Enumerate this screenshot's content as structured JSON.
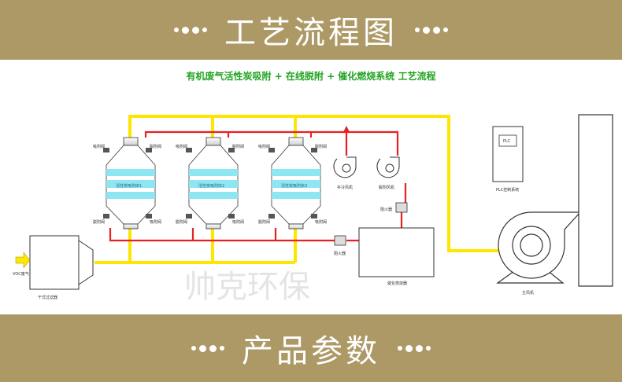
{
  "header": {
    "title": "工艺流程图"
  },
  "footer": {
    "title": "产品参数"
  },
  "diagram": {
    "title": "有机废气活性炭吸附 + 在线脱附 + 催化燃烧系统 工艺流程",
    "watermark": "帅克环保",
    "inlet_label": "VOC废气",
    "prefilter_label": "干式过滤器",
    "tower_label": "活性炭吸附床",
    "tower_suffixes": [
      "1",
      "2",
      "3"
    ],
    "top_valve_a": "吸附阀",
    "top_valve_b": "脱附阀",
    "bottom_valve_a": "脱附阀",
    "bottom_valve_b": "吸附阀",
    "fan_left_label": "补冷风机",
    "fan_right_label": "脱附风机",
    "flame_arrester_label": "阻火器",
    "flame_arrester2_label": "阻火器",
    "catalytic_label": "催化燃烧器",
    "plc_label": "PLC",
    "cabinet_label": "PLC控制系统",
    "main_fan_label": "主风机"
  },
  "colors": {
    "banner": "#ad9966",
    "yellow_line": "#ffe600",
    "red_line": "#e82020",
    "title_green": "#22a422",
    "tower_band": "#8ee6f2"
  }
}
